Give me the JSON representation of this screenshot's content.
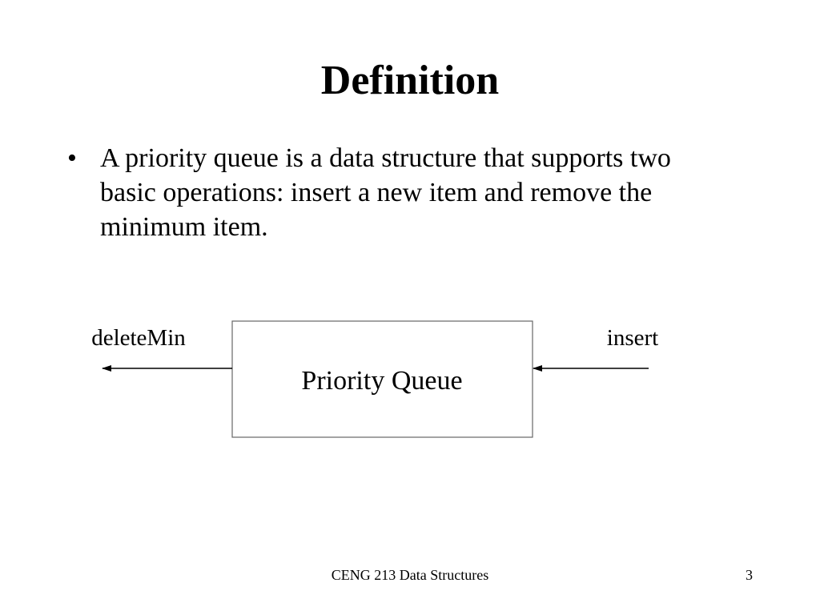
{
  "slide": {
    "title": "Definition",
    "bullets": [
      {
        "marker": "•",
        "text": "A priority queue is a data structure that supports two basic operations: insert a new item and remove the minimum item."
      }
    ]
  },
  "diagram": {
    "box_label": "Priority Queue",
    "left_operation": "deleteMin",
    "right_operation": "insert",
    "stroke_color": "#000000",
    "box_border_color": "#666666"
  },
  "footer": {
    "course": "CENG 213 Data Structures",
    "page_number": "3"
  }
}
